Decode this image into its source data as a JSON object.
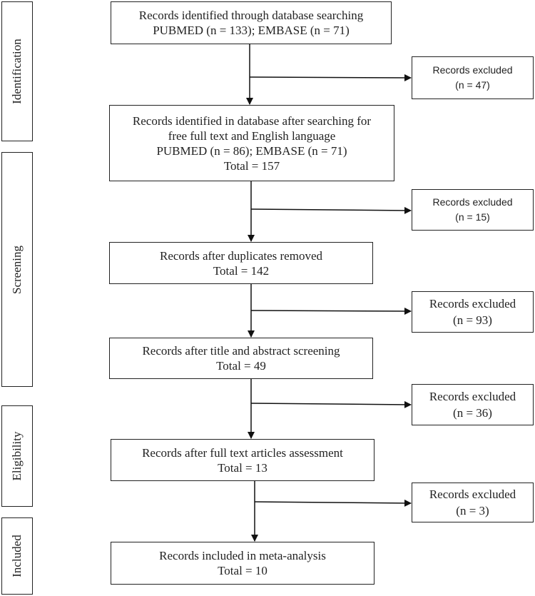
{
  "phases": {
    "identification": "Identification",
    "screening": "Screening",
    "eligibility": "Eligibility",
    "included": "Included"
  },
  "flow": {
    "identified": {
      "line1": "Records identified through database searching",
      "line2": "PUBMED (n = 133); EMBASE (n = 71)"
    },
    "filtered": {
      "line1": "Records identified in database after searching for",
      "line2": "free full text and English language",
      "line3": "PUBMED (n = 86); EMBASE (n = 71)",
      "line4": "Total = 157"
    },
    "deduplicated": {
      "line1": "Records after duplicates removed",
      "line2": "Total = 142"
    },
    "title_abstract": {
      "line1": "Records after title and abstract screening",
      "line2": "Total = 49"
    },
    "full_text": {
      "line1": "Records after full text articles assessment",
      "line2": "Total = 13"
    },
    "included": {
      "line1": "Records included in meta-analysis",
      "line2": "Total = 10"
    }
  },
  "excluded": [
    {
      "label": "Records excluded",
      "count": "(n = 47)"
    },
    {
      "label": "Records excluded",
      "count": "(n = 15)"
    },
    {
      "label": "Records excluded",
      "count": "(n = 93)"
    },
    {
      "label": "Records excluded",
      "count": "(n = 36)"
    },
    {
      "label": "Records excluded",
      "count": "(n = 3)"
    }
  ]
}
